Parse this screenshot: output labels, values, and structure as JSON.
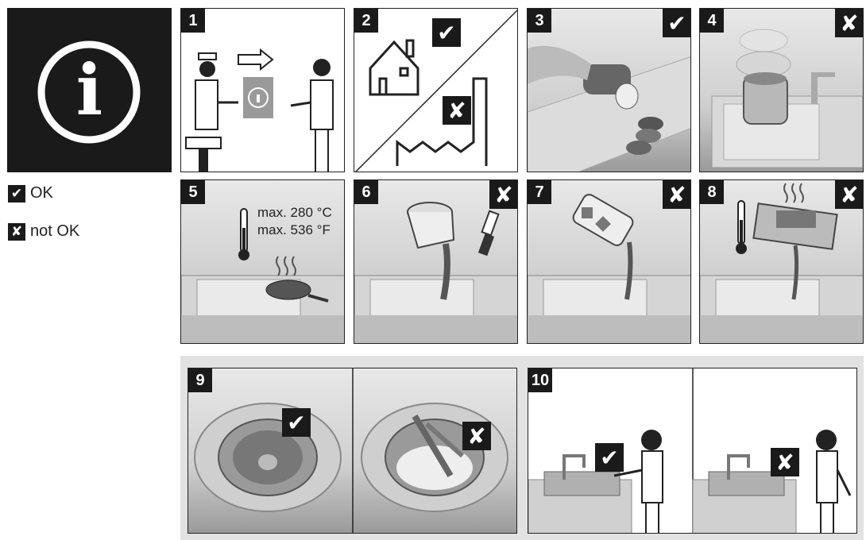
{
  "legend": {
    "ok_symbol": "✔",
    "ok_label": "OK",
    "notok_symbol": "✘",
    "notok_label": "not OK"
  },
  "info_icon": "i",
  "panels": [
    {
      "number": "1"
    },
    {
      "number": "2",
      "mark_ok": "✔",
      "mark_not": "✘"
    },
    {
      "number": "3",
      "mark": "✔"
    },
    {
      "number": "4",
      "mark": "✘"
    },
    {
      "number": "5",
      "temp_c": "max. 280 °C",
      "temp_f": "max. 536 °F"
    },
    {
      "number": "6",
      "mark": "✘"
    },
    {
      "number": "7",
      "mark": "✘"
    },
    {
      "number": "8",
      "mark": "✘"
    },
    {
      "number": "9",
      "mark_ok": "✔",
      "mark_not": "✘"
    },
    {
      "number": "10",
      "mark_ok": "✔",
      "mark_not": "✘"
    }
  ]
}
